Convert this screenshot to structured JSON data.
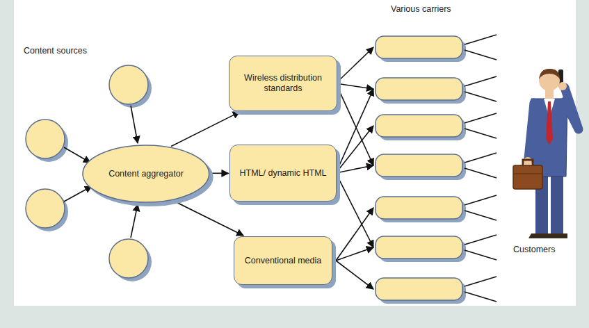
{
  "diagram": {
    "nodes": [
      {
        "text": [
          "Content aggregator"
        ]
      },
      {
        "text": [
          "Wireless distribution standards"
        ]
      },
      {
        "text": [
          "HTML/ dynamic HTML"
        ]
      },
      {
        "text": [
          "Conventional media"
        ]
      }
    ],
    "edges": [
      {
        "from": 0,
        "to": 1,
        "arrow": "to"
      },
      {
        "from": 0,
        "to": 2,
        "arrow": "to"
      },
      {
        "from": 0,
        "to": 3,
        "arrow": "to"
      }
    ],
    "labels": [
      "Content sources",
      "Various carriers",
      "Customers"
    ]
  }
}
